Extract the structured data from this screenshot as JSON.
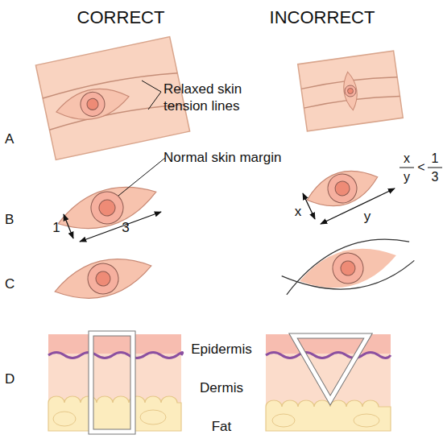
{
  "diagram": {
    "labels": [
      "CORRECT",
      "INCORRECT",
      "A",
      "Relaxed skin tension lines",
      "Normal skin margin",
      "x",
      "y",
      "<",
      "1",
      "3",
      "B",
      "1",
      "3",
      "x",
      "y",
      "C",
      "D",
      "Epidermis",
      "Dermis",
      "Fat"
    ]
  }
}
